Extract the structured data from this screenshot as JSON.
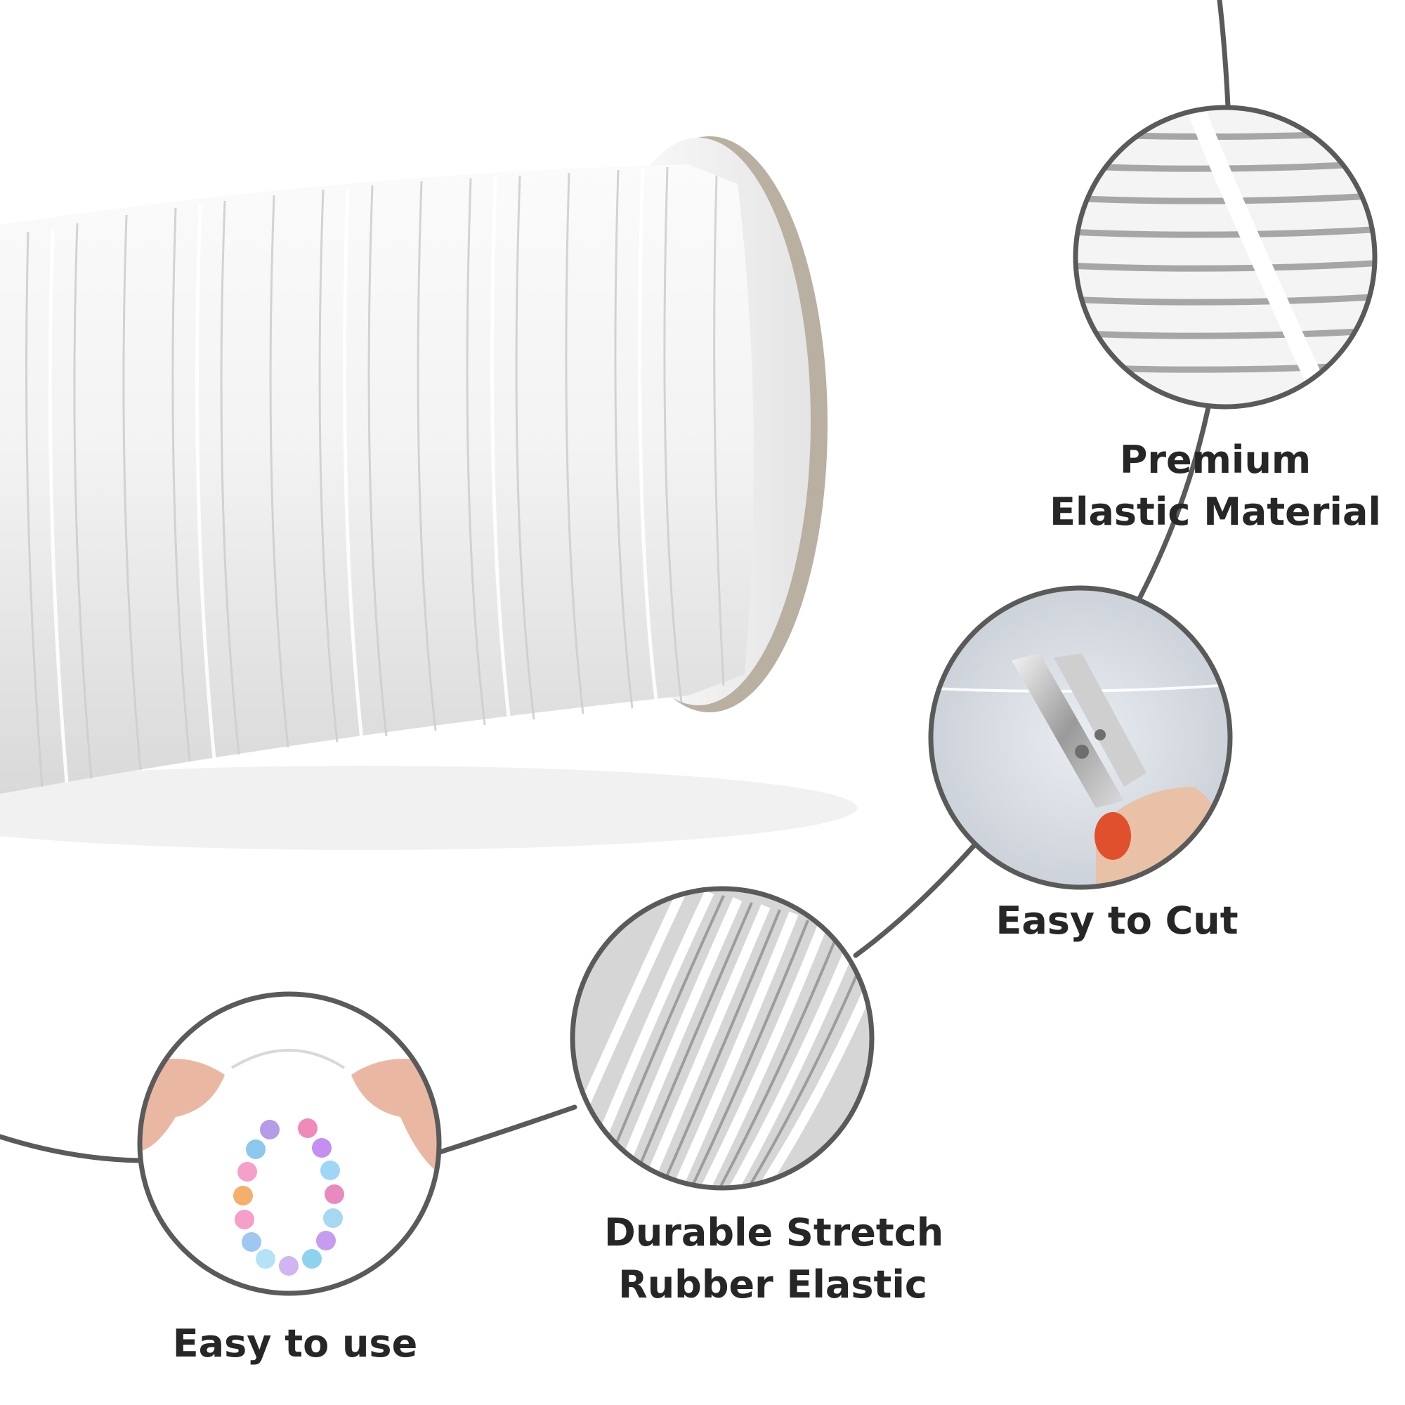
{
  "colors": {
    "background": "#ffffff",
    "connector_line": "#5a5a5a",
    "label_text": "#262626",
    "cord_white": "#f2f2f2",
    "cord_shadow": "#c9c9c9",
    "spool_card": "#b9b0a2"
  },
  "features": {
    "premium": {
      "line1": "Premium",
      "line2": "Elastic Material"
    },
    "cut": {
      "label": "Easy to Cut"
    },
    "durable": {
      "line1": "Durable Stretch",
      "line2": "Rubber Elastic"
    },
    "use": {
      "label": "Easy to use"
    }
  }
}
